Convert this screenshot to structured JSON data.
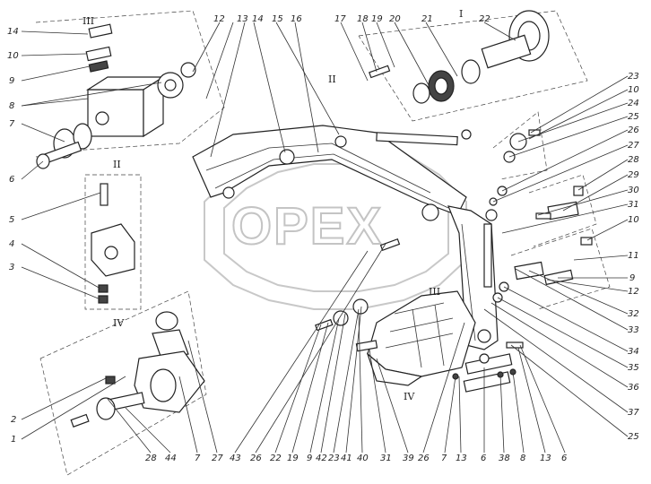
{
  "watermark": {
    "brand": "OPEX"
  },
  "group_labels": {
    "g1": "I",
    "g2": "II",
    "g3": "III",
    "g4": "IV"
  },
  "callouts": {
    "top": [
      "17",
      "18",
      "19",
      "20",
      "21",
      "22",
      "12",
      "14",
      "15",
      "16",
      "13"
    ],
    "left": [
      "14",
      "10",
      "9",
      "8",
      "7",
      "6",
      "5",
      "4",
      "3",
      "2",
      "1"
    ],
    "right": [
      "23",
      "10",
      "24",
      "25",
      "26",
      "27",
      "28",
      "29",
      "30",
      "31",
      "10",
      "11",
      "9",
      "12",
      "32",
      "33",
      "34",
      "35",
      "36",
      "37",
      "25"
    ],
    "bottom": [
      "28",
      "44",
      "7",
      "27",
      "43",
      "26",
      "22",
      "19",
      "9",
      "42",
      "23",
      "41",
      "40",
      "31",
      "39",
      "26",
      "7",
      "13",
      "6",
      "38",
      "8",
      "13",
      "6"
    ]
  },
  "colors": {
    "line": "#222222",
    "watermark": "#c4c4c4",
    "background": "#ffffff"
  }
}
